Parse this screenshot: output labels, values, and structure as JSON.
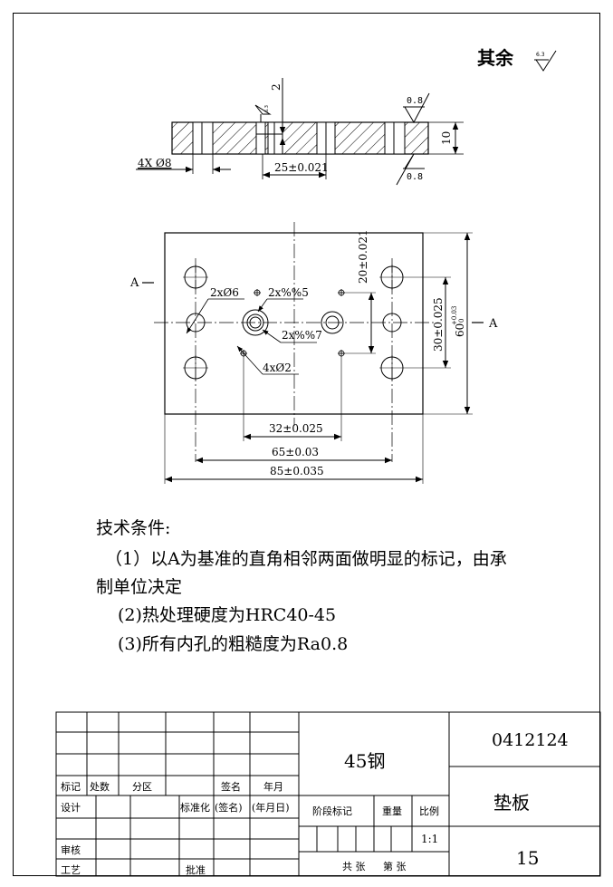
{
  "roughness_note": {
    "label": "其余",
    "value": "6.3"
  },
  "section_view": {
    "depth_label": "2",
    "roughness_small": "6.3",
    "roughness_top": "0.8",
    "roughness_bottom": "0.8",
    "thickness_label": "10",
    "hole_label": "4X Ø8",
    "center_dim": "25±0.021"
  },
  "plan_view": {
    "section_mark_left": "A",
    "section_mark_right": "A",
    "note_6": "2xØ6",
    "note_5": "2x%%5",
    "note_7": "2x%%7",
    "note_2": "4xØ2",
    "dim_20": "20±0.021",
    "dim_30": "30±0.025",
    "dim_60": "60",
    "dim_60_tol_upper": "+0.03",
    "dim_60_tol_lower": "0",
    "dim_32": "32±0.025",
    "dim_65": "65±0.03",
    "dim_85": "85±0.035"
  },
  "technical_conditions": {
    "heading": "技术条件:",
    "line1": "（1）以A为基准的直角相邻两面做明显的标记，由承",
    "line2": "制单位决定",
    "line3": "(2)热处理硬度为HRC40-45",
    "line4": "(3)所有内孔的粗糙度为Ra0.8"
  },
  "title_block": {
    "material": "45钢",
    "drawing_no": "0412124",
    "part_name": "垫板",
    "sheet_value": "15",
    "scale_value": "1:1",
    "hdr_mark": "标记",
    "hdr_count": "处数",
    "hdr_zone": "分区",
    "hdr_sign": "签名",
    "hdr_date": "年月",
    "row_design": "设计",
    "row_standard": "标准化",
    "row_sign2": "(签名)",
    "row_date2": "(年月日)",
    "stage_mark": "阶段标记",
    "weight": "重量",
    "scale": "比例",
    "review": "审核",
    "process": "工艺",
    "approve": "批准",
    "sheets_total": "共 张",
    "sheet_no": "第 张"
  }
}
